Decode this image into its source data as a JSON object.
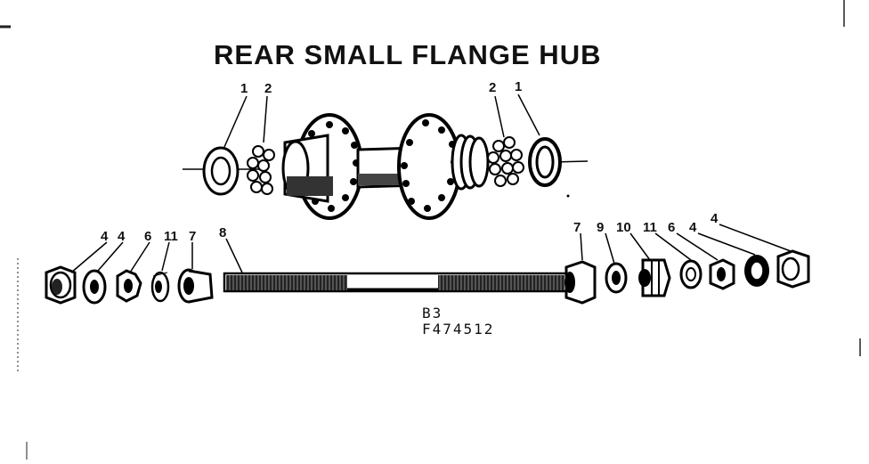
{
  "title": "REAR SMALL FLANGE HUB",
  "model_code": "B3",
  "part_number": "F474512",
  "callouts_upper": [
    "1",
    "2",
    "2",
    "1"
  ],
  "callouts_lower": [
    "4",
    "4",
    "6",
    "11",
    "7",
    "8",
    "7",
    "9",
    "10",
    "11",
    "6",
    "4",
    "4"
  ]
}
